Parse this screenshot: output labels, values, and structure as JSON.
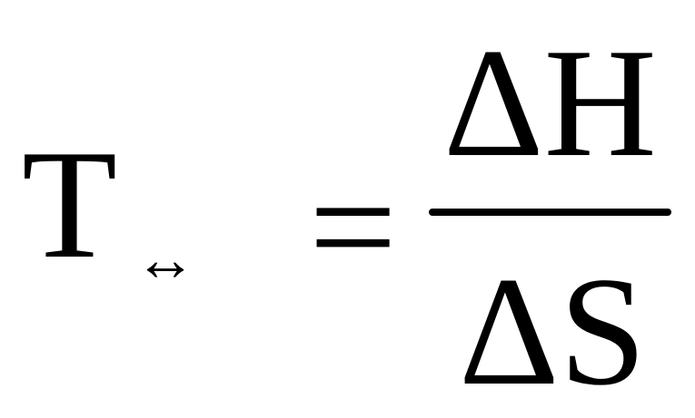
{
  "formula": {
    "lhs_symbol": "T",
    "lhs_subscript": "↔",
    "equals_sign": "=",
    "numerator": "ΔH",
    "denominator": "ΔS"
  }
}
